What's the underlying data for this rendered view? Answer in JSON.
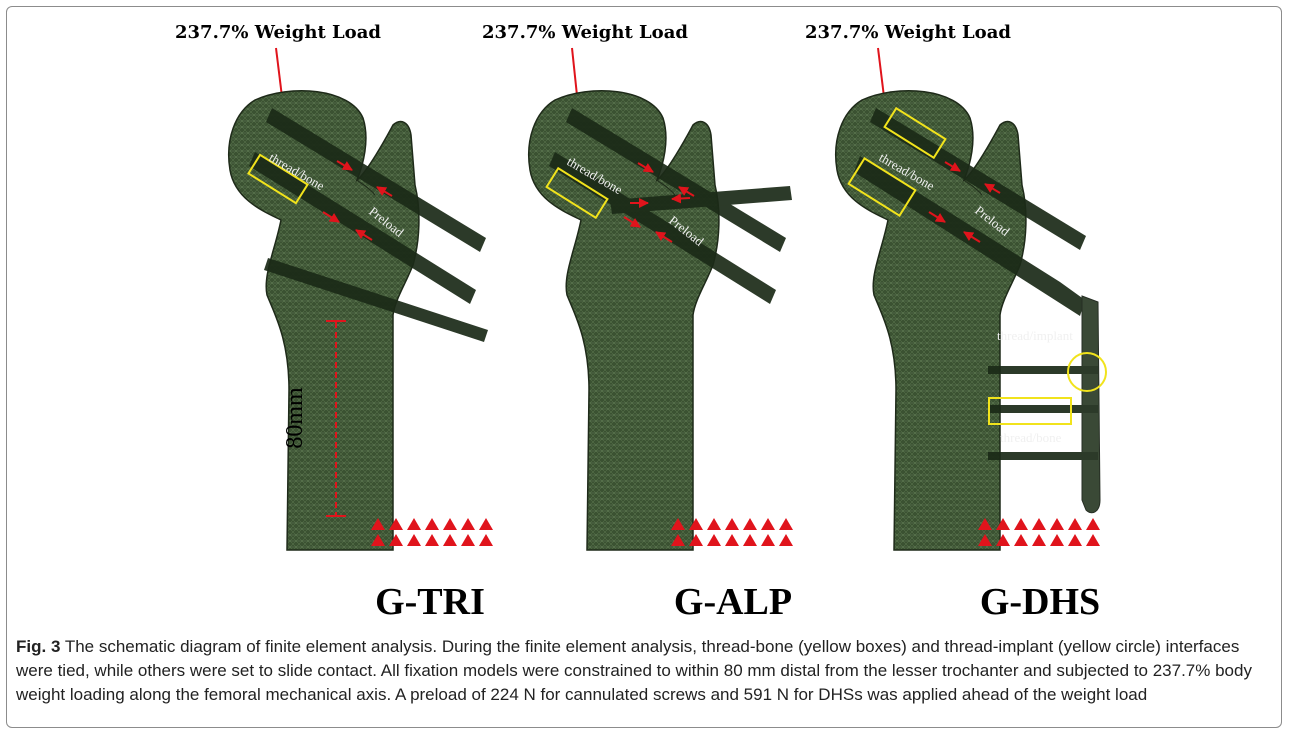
{
  "figure": {
    "load_label": "237.7% Weight Load",
    "dimension_label": "80mm",
    "panels": [
      {
        "id": "tri",
        "label": "G-TRI",
        "interface_labels": [
          "thread/bone",
          "Preload"
        ]
      },
      {
        "id": "alp",
        "label": "G-ALP",
        "interface_labels": [
          "thread/bone",
          "Preload"
        ]
      },
      {
        "id": "dhs",
        "label": "G-DHS",
        "interface_labels": [
          "thread/bone",
          "Preload",
          "thread/implant",
          "thread/bone"
        ]
      }
    ],
    "colors": {
      "bone": "#3b5232",
      "bone_dark": "#24341f",
      "screw": "#1b2a17",
      "arrow": "#e0141c",
      "highlight": "#f1e31c"
    }
  },
  "caption": {
    "number": "Fig. 3",
    "text": " The schematic diagram of finite element analysis. During the finite element analysis, thread-bone (yellow boxes) and thread-implant (yellow circle) interfaces were tied, while others were set to slide contact. All fixation models were constrained to within 80 mm distal from the lesser trochanter and subjected to 237.7% body weight loading along the femoral mechanical axis. A preload of 224 N for cannulated screws and 591 N for DHSs was applied ahead of the weight load"
  }
}
